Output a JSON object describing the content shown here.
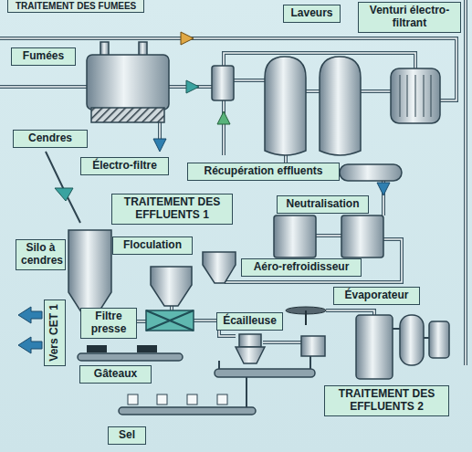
{
  "diagram": {
    "title": "TRAITEMENT DES FUMEES",
    "nodes": [
      {
        "text": [
          "Laveurs"
        ]
      },
      {
        "text": [
          "Venturi électro-filtrant"
        ]
      },
      {
        "text": [
          "Fumées"
        ]
      },
      {
        "text": [
          "Cendres"
        ]
      },
      {
        "text": [
          "Électro-filtre"
        ]
      },
      {
        "text": [
          "Récupération effluents"
        ]
      },
      {
        "text": [
          "TRAITEMENT DES EFFLUENTS 1"
        ]
      },
      {
        "text": [
          "Neutralisation"
        ]
      },
      {
        "text": [
          "Silo à cendres"
        ]
      },
      {
        "text": [
          "Floculation"
        ]
      },
      {
        "text": [
          "Aéro-refroidisseur"
        ]
      },
      {
        "text": [
          "Évaporateur"
        ]
      },
      {
        "text": [
          "Filtre presse"
        ]
      },
      {
        "text": [
          "Vers CET 1"
        ]
      },
      {
        "text": [
          "Écailleuse"
        ]
      },
      {
        "text": [
          "Gâteaux"
        ]
      },
      {
        "text": [
          "TRAITEMENT DES EFFLUENTS 2"
        ]
      },
      {
        "text": [
          "Sel"
        ]
      }
    ]
  }
}
